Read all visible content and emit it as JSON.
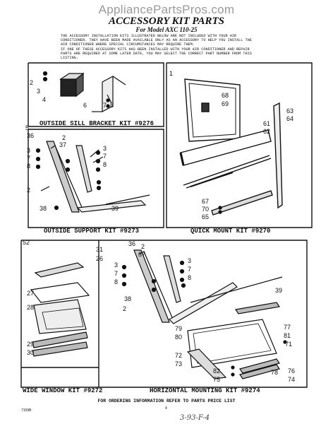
{
  "watermark": "AppliancePartsPros.com",
  "title": "ACCESSORY KIT PARTS",
  "subtitle": "For Model AXC 110-25",
  "intro": [
    "THE ACCESSORY INSTALLATION KITS ILLUSTRATED BELOW ARE NOT INCLUDED WITH YOUR AIR",
    "CONDITIONER. THEY HAVE BEEN MADE AVAILABLE ONLY AS AN ACCESSORY TO HELP YOU INSTALL THE",
    "AIR CONDITIONER WHERE SPECIAL CIRCUMSTANCES MAY REQUIRE THEM.",
    "IF ONE OF THESE ACCESSORY KITS HAS BEEN INSTALLED WITH YOUR AIR CONDITIONER AND REPAIR",
    "PARTS ARE REQUIRED AT SOME LATER DATE, YOU MAY SELECT THE CORRECT PART NUMBER FROM THIS",
    "LISTING."
  ],
  "kits": {
    "outside_sill": "OUTSIDE SILL BRACKET KIT #9276",
    "outside_support": "OUTSIDE SUPPORT KIT #9273",
    "quick_mount": "QUICK MOUNT KIT #9270",
    "wide_window": "WIDE WINDOW KIT #9272",
    "horizontal": "HORIZONTAL MOUNTING KIT #9274"
  },
  "callouts": {
    "sill": [
      "2",
      "3",
      "4",
      "5",
      "6",
      "7",
      "8"
    ],
    "support": [
      "36",
      "2",
      "37",
      "3",
      "7",
      "8",
      "3",
      "7",
      "8",
      "2",
      "38",
      "39"
    ],
    "quick": [
      "1",
      "68",
      "69",
      "63",
      "64",
      "61",
      "62",
      "67",
      "70",
      "65"
    ],
    "wide": [
      "31",
      "26",
      "27",
      "28",
      "29",
      "30"
    ],
    "horizontal": [
      "36",
      "2",
      "37",
      "3",
      "7",
      "8",
      "3",
      "7",
      "8",
      "38",
      "2",
      "39",
      "77",
      "79",
      "80",
      "81",
      "71",
      "72",
      "73",
      "82",
      "75",
      "78",
      "76",
      "74"
    ],
    "misc": [
      "52"
    ]
  },
  "footer": "FOR ORDERING INFORMATION REFER TO PARTS PRICE LIST",
  "page_number": "4",
  "doc_code": "7159B",
  "handwritten": "3-93-F-4"
}
